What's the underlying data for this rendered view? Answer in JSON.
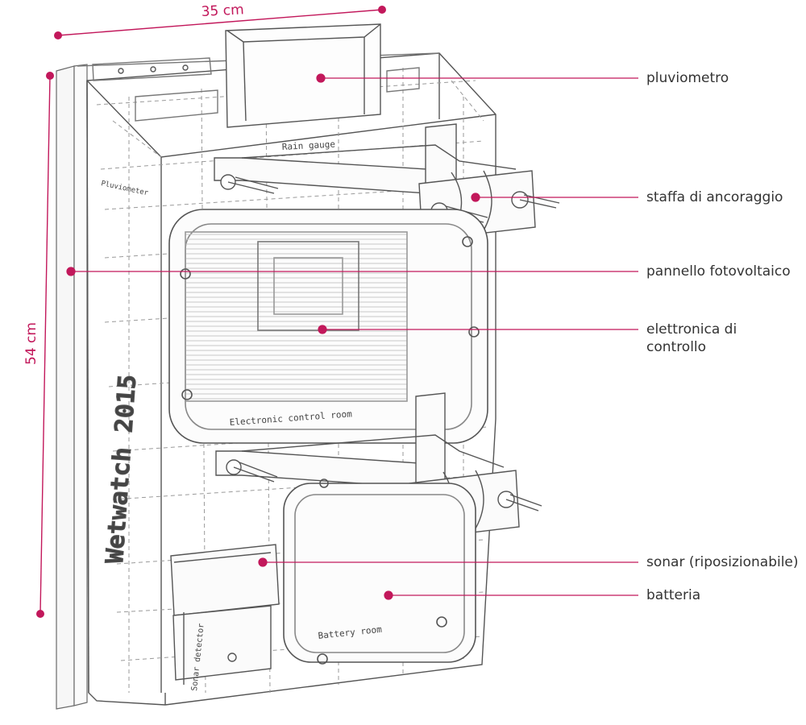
{
  "colors": {
    "accent": "#c2185b",
    "line": "#555555",
    "dashed": "#9a9a9a",
    "label": "#333333"
  },
  "dimensions": {
    "width_label": "35 cm",
    "height_label": "54 cm"
  },
  "callouts": [
    {
      "id": "pluviometro",
      "label": "pluviometro"
    },
    {
      "id": "staffa",
      "label": "staffa di ancoraggio"
    },
    {
      "id": "pannello",
      "label": "pannello fotovoltaico"
    },
    {
      "id": "elettronica",
      "label": "elettronica di controllo"
    },
    {
      "id": "sonar",
      "label": "sonar (riposizionabile)"
    },
    {
      "id": "batteria",
      "label": "batteria"
    }
  ],
  "engravings": {
    "rain_gauge": "Rain gauge",
    "pluviometer": "Pluviometer",
    "brand": "Wetwatch 2015",
    "electronic_room": "Electronic control room",
    "battery_room": "Battery room",
    "sonar_detector": "Sonar detector"
  }
}
